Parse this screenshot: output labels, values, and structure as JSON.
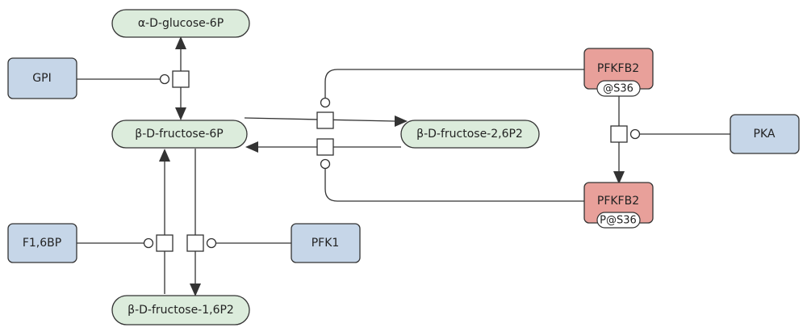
{
  "colors": {
    "metabolite_fill": "#dcecdc",
    "macromolecule_fill": "#c6d6e8",
    "protein_fill": "#e8a09a",
    "stroke": "#333333",
    "state_fill": "#ffffff"
  },
  "nodes": {
    "glucose6p": "α-D-glucose-6P",
    "fructose6p": "β-D-fructose-6P",
    "fructose26p2": "β-D-fructose-2,6P2",
    "fructose16p2": "β-D-fructose-1,6P2",
    "gpi": "GPI",
    "f16bp": "F1,6BP",
    "pfk1": "PFK1",
    "pfkfb2_top": "PFKFB2",
    "pfkfb2_top_state": "@S36",
    "pfkfb2_bottom": "PFKFB2",
    "pfkfb2_bottom_state": "P@S36",
    "pka": "PKA"
  }
}
